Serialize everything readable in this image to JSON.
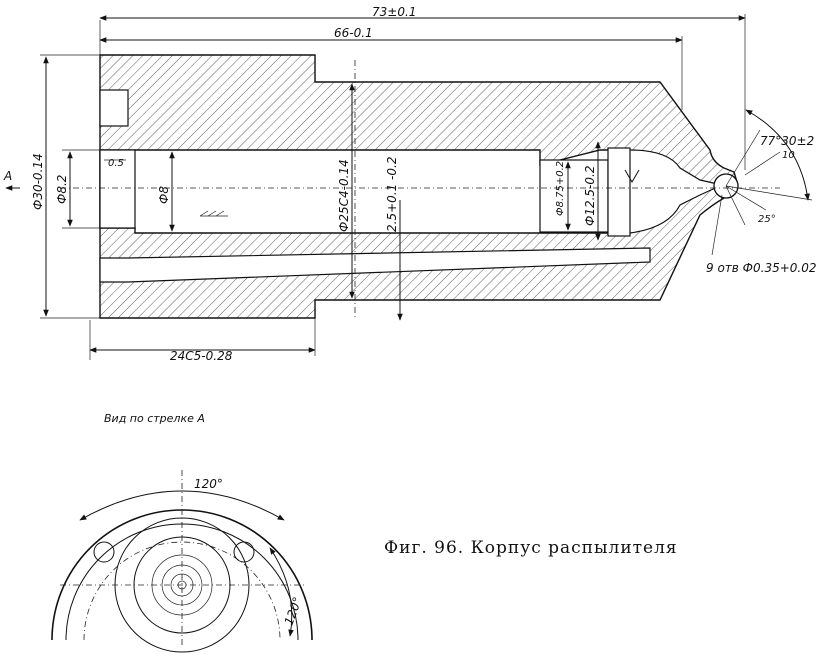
{
  "figure": {
    "caption": "Фиг. 96. Корпус распылителя",
    "view_label": "Вид по стрелке А",
    "arrow_label": "А"
  },
  "dimensions": {
    "overall_length": "73±0.1",
    "length_66": "66-0.1",
    "outer_diameter": "Ф30-0.14",
    "diameter_8_2": "Ф8.2",
    "diameter_8": "Ф8",
    "diameter_25": "Ф25С4-0.14",
    "depth_2_5": "2.5+0.1 -0.2",
    "diameter_8_75": "Ф8.75+0.2",
    "diameter_12_5": "Ф12.5-0.2",
    "chamfer_0_5": "0.5",
    "length_24": "24С5-0.28",
    "angle_77": "77°30±2",
    "holes": "9 отв Ф0.35+0.02",
    "angle_25": "25°",
    "dim_10": "10",
    "angle_120_top": "120°",
    "angle_120_side": "120°"
  }
}
